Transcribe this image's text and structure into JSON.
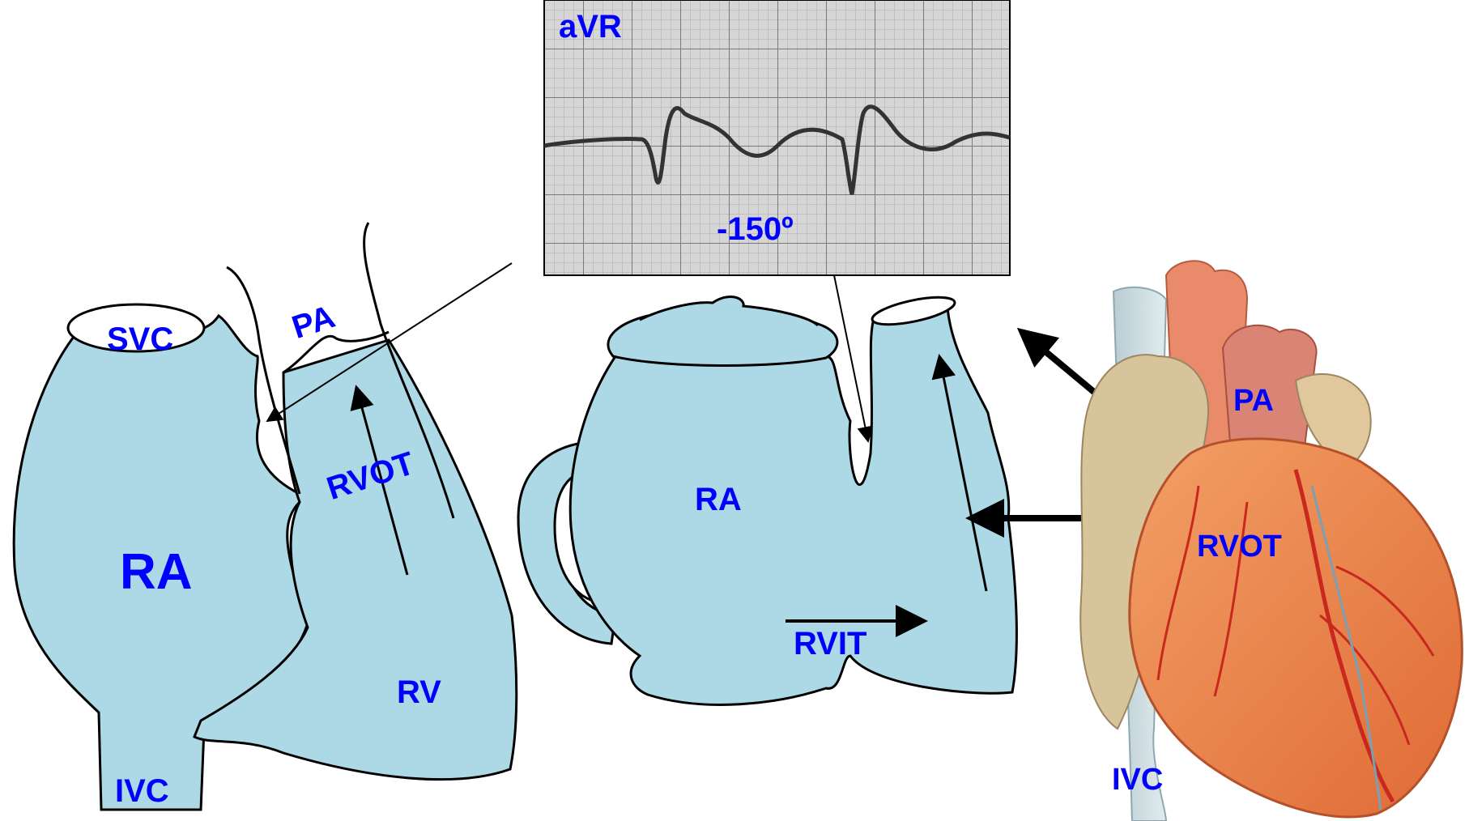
{
  "colors": {
    "chamber_fill": "#add8e6",
    "outline": "#000000",
    "label_text": "#0000ff",
    "ecg_grid_bg": "#d4d4d4",
    "ecg_grid_line": "#8a8a8a",
    "heart_muscle": "#e8874f",
    "heart_vessel": "#c9281f"
  },
  "left_diagram": {
    "labels": {
      "svc": "SVC",
      "pa": "PA",
      "rvot": "RVOT",
      "ra": "RA",
      "rv": "RV",
      "ivc": "IVC"
    }
  },
  "ecg_inset": {
    "lead": "aVR",
    "axis": "-150º"
  },
  "teapot": {
    "labels": {
      "ra": "RA",
      "rvit": "RVIT"
    }
  },
  "heart_illustration": {
    "icon": "anatomical-heart-icon",
    "labels": {
      "pa": "PA",
      "rvot": "RVOT",
      "ivc": "IVC"
    }
  }
}
